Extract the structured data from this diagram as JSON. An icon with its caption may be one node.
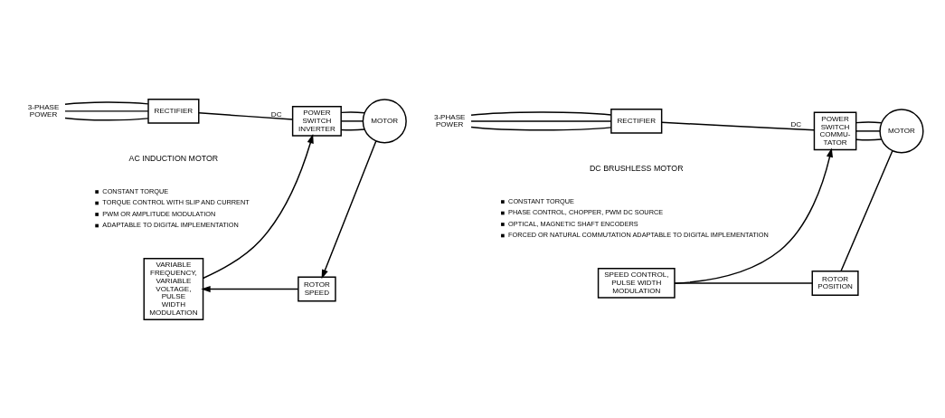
{
  "diagram": {
    "nodes": [
      {
        "text": [
          "3-PHASE POWER"
        ]
      },
      {
        "text": [
          "RECTIFIER"
        ]
      },
      {
        "text": [
          "POWER SWITCH INVERTER"
        ]
      },
      {
        "text": [
          "MOTOR"
        ]
      },
      {
        "text": [
          "ROTOR SPEED"
        ]
      },
      {
        "text": [
          "VARIABLE FREQUENCY, VARIABLE VOLTAGE, PULSE WIDTH MODULATION"
        ]
      },
      {
        "text": [
          "3-PHASE POWER"
        ]
      },
      {
        "text": [
          "RECTIFIER"
        ]
      },
      {
        "text": [
          "POWER SWITCH COMMU- TATOR"
        ]
      },
      {
        "text": [
          "MOTOR"
        ]
      },
      {
        "text": [
          "ROTOR POSITION"
        ]
      },
      {
        "text": [
          "SPEED CONTROL, PULSE WIDTH MODULATION"
        ]
      }
    ],
    "edges": [
      {
        "from": 0,
        "to": 1,
        "arrow": "none"
      },
      {
        "from": 0,
        "to": 1,
        "arrow": "none"
      },
      {
        "from": 0,
        "to": 1,
        "arrow": "none"
      },
      {
        "from": 1,
        "to": 2,
        "arrow": "none",
        "label": "DC"
      },
      {
        "from": 2,
        "to": 3,
        "arrow": "none"
      },
      {
        "from": 2,
        "to": 3,
        "arrow": "none"
      },
      {
        "from": 2,
        "to": 3,
        "arrow": "none"
      },
      {
        "from": 3,
        "to": 4,
        "arrow": "to"
      },
      {
        "from": 4,
        "to": 5,
        "arrow": "to"
      },
      {
        "from": 5,
        "to": 2,
        "arrow": "to"
      },
      {
        "from": 6,
        "to": 7,
        "arrow": "none"
      },
      {
        "from": 6,
        "to": 7,
        "arrow": "none"
      },
      {
        "from": 6,
        "to": 7,
        "arrow": "none"
      },
      {
        "from": 7,
        "to": 8,
        "arrow": "none",
        "label": "DC"
      },
      {
        "from": 8,
        "to": 9,
        "arrow": "none"
      },
      {
        "from": 8,
        "to": 9,
        "arrow": "none"
      },
      {
        "from": 8,
        "to": 9,
        "arrow": "none"
      },
      {
        "from": 9,
        "to": 10,
        "arrow": "none"
      },
      {
        "from": 10,
        "to": 11,
        "arrow": "none"
      },
      {
        "from": 11,
        "to": 8,
        "arrow": "to"
      }
    ],
    "labels": [
      "AC INDUCTION MOTOR",
      "DC BRUSHLESS MOTOR",
      "CONSTANT TORQUE",
      "TORQUE CONTROL WITH SLIP AND CURRENT",
      "PWM OR AMPLITUDE MODULATION",
      "ADAPTABLE TO DIGITAL IMPLEMENTATION",
      "CONSTANT TORQUE",
      "PHASE CONTROL, CHOPPER, PWM DC SOURCE",
      "OPTICAL, MAGNETIC SHAFT ENCODERS",
      "FORCED OR NATURAL COMMUTATION ADAPTABLE TO DIGITAL IMPLEMENTATION"
    ]
  }
}
